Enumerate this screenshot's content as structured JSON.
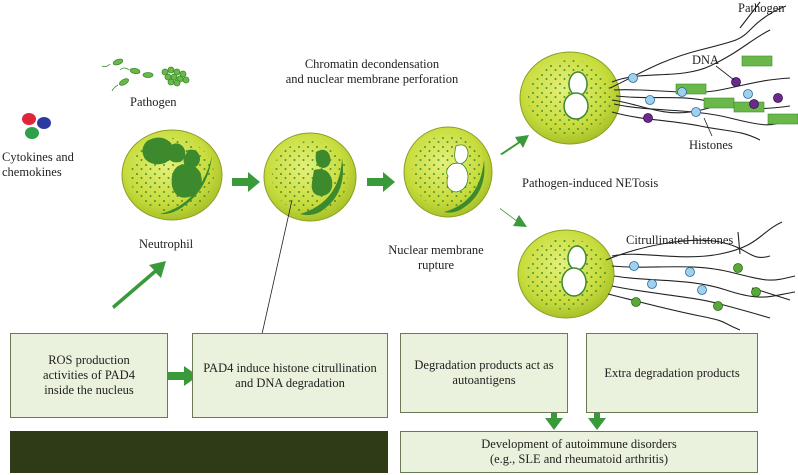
{
  "labels": {
    "pathogen_left": "Pathogen",
    "cytokines": [
      "Cytokines and",
      "chemokines"
    ],
    "neutrophil": "Neutrophil",
    "chromatin": [
      "Chromatin decondensation",
      "and nuclear membrane perforation"
    ],
    "nuclear_rupture": [
      "Nuclear membrane",
      "rupture"
    ],
    "pathogen_top": "Pathogen",
    "dna": "DNA",
    "histones": "Histones",
    "netosis": "Pathogen-induced NETosis",
    "citrullinated": "Citrullinated histones"
  },
  "boxes": {
    "ros": [
      "ROS production",
      "activities of PAD4",
      "inside the nucleus"
    ],
    "pad4": [
      "PAD4 induce histone citrullination",
      "and DNA degradation"
    ],
    "degradation": [
      "Degradation products act as",
      "autoantigens"
    ],
    "extra": "Extra degradation products",
    "autoimmune": [
      "Development of autoimmune disorders",
      "(e.g., SLE and rheumatoid arthritis)"
    ]
  },
  "colors": {
    "cell_fill": "#c8dc3c",
    "cell_edge": "#7a8c1e",
    "nucleus": "#3d8a2e",
    "arrow": "#3a9a3a",
    "box_fill": "#eaf1dc",
    "dark_bar": "#2f3a17",
    "histone_blue": "#9fd0ee",
    "histone_purple": "#6a2a8a",
    "histone_green": "#5aa83a"
  }
}
